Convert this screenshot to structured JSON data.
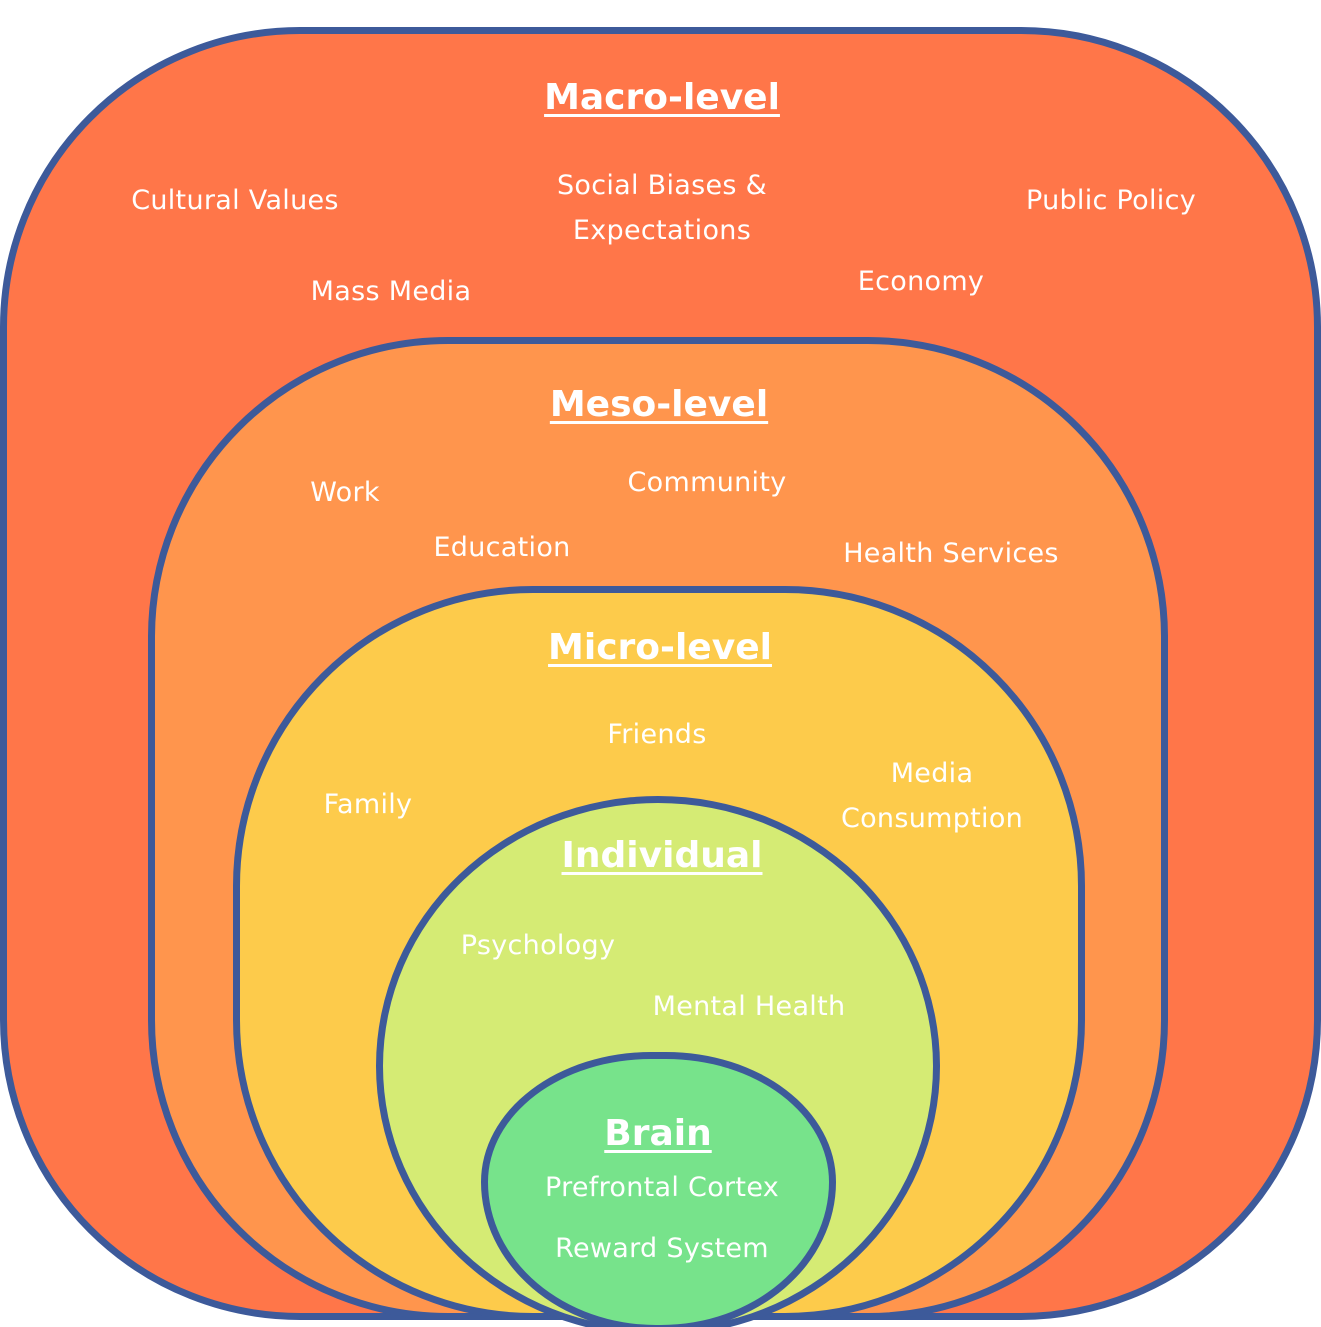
{
  "colors": {
    "border": "#3d5a9a",
    "macro_fill": "#ff7649",
    "meso_fill": "#ff954d",
    "micro_fill": "#fdcb4b",
    "individual_fill": "#d5eb74",
    "brain_fill": "#77e38b",
    "text": "#ffffff"
  },
  "macro": {
    "title": "Macro-level",
    "items": {
      "cultural_values": "Cultural Values",
      "social_biases_line1": "Social Biases &",
      "social_biases_line2": "Expectations",
      "public_policy": "Public Policy",
      "mass_media": "Mass Media",
      "economy": "Economy"
    }
  },
  "meso": {
    "title": "Meso-level",
    "items": {
      "work": "Work",
      "community": "Community",
      "education": "Education",
      "health_services": "Health Services"
    }
  },
  "micro": {
    "title": "Micro-level",
    "items": {
      "friends": "Friends",
      "family": "Family",
      "media_line1": "Media",
      "media_line2": "Consumption"
    }
  },
  "individual": {
    "title": "Individual",
    "items": {
      "psychology": "Psychology",
      "mental_health": "Mental Health"
    }
  },
  "brain": {
    "title": "Brain",
    "items": {
      "prefrontal_cortex": "Prefrontal Cortex",
      "reward_system": "Reward System"
    }
  }
}
